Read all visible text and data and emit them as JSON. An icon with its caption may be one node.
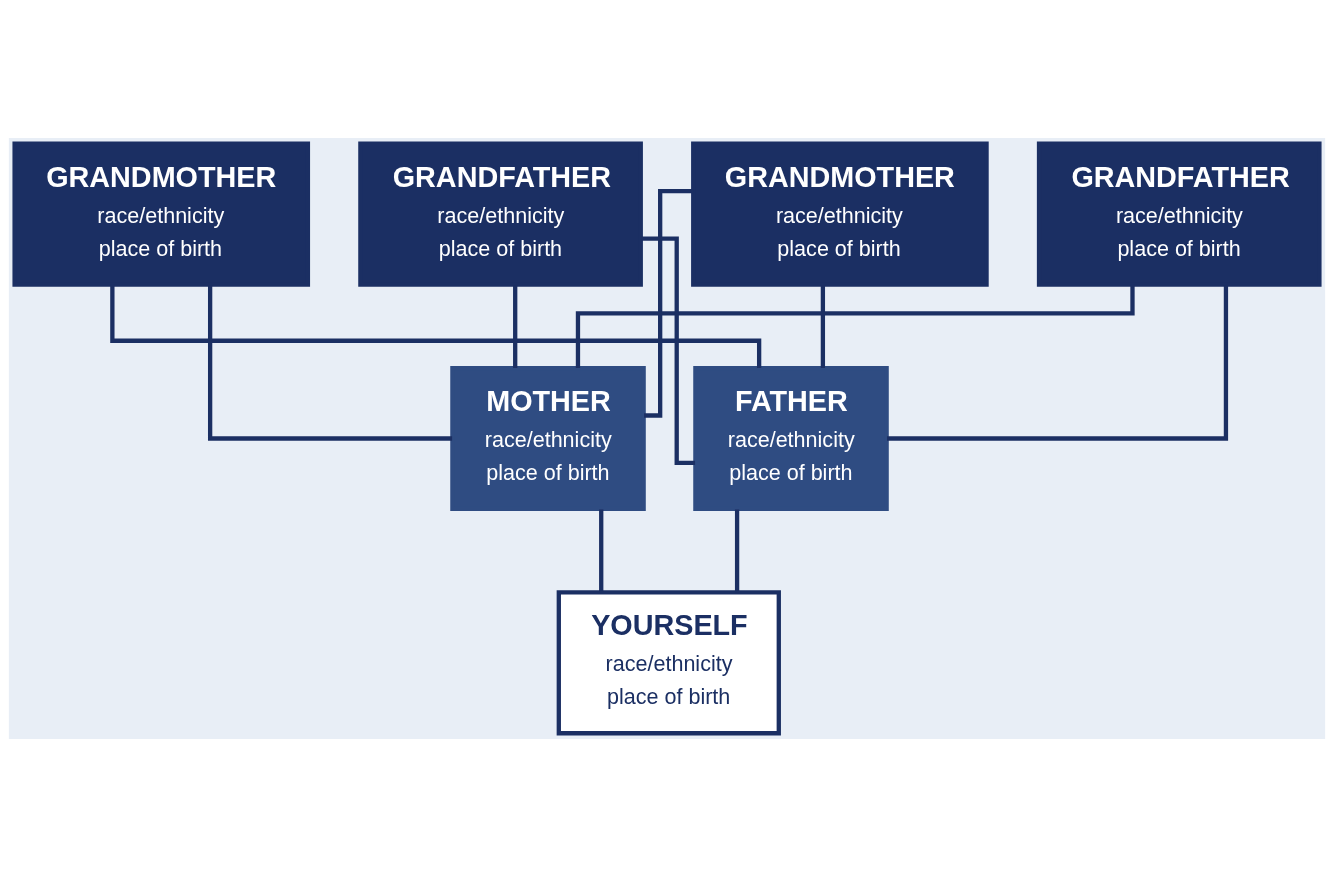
{
  "diagram": {
    "nodes": [
      {
        "text": [
          "GRANDMOTHER",
          "race/ethnicity",
          "place of birth"
        ]
      },
      {
        "text": [
          "GRANDFATHER",
          "race/ethnicity",
          "place of birth"
        ]
      },
      {
        "text": [
          "GRANDMOTHER",
          "race/ethnicity",
          "place of birth"
        ]
      },
      {
        "text": [
          "GRANDFATHER",
          "race/ethnicity",
          "place of birth"
        ]
      },
      {
        "text": [
          "MOTHER",
          "race/ethnicity",
          "place of birth"
        ]
      },
      {
        "text": [
          "FATHER",
          "race/ethnicity",
          "place of birth"
        ]
      },
      {
        "text": [
          "YOURSELF",
          "race/ethnicity",
          "place of birth"
        ]
      }
    ],
    "edges": [
      {
        "from": 0,
        "to": 4,
        "arrow": "none"
      },
      {
        "from": 1,
        "to": 4,
        "arrow": "none"
      },
      {
        "from": 2,
        "to": 4,
        "arrow": "none"
      },
      {
        "from": 3,
        "to": 4,
        "arrow": "none"
      },
      {
        "from": 0,
        "to": 5,
        "arrow": "none"
      },
      {
        "from": 1,
        "to": 5,
        "arrow": "none"
      },
      {
        "from": 2,
        "to": 5,
        "arrow": "none"
      },
      {
        "from": 3,
        "to": 5,
        "arrow": "none"
      },
      {
        "from": 4,
        "to": 6,
        "arrow": "none"
      },
      {
        "from": 5,
        "to": 6,
        "arrow": "none"
      }
    ]
  }
}
